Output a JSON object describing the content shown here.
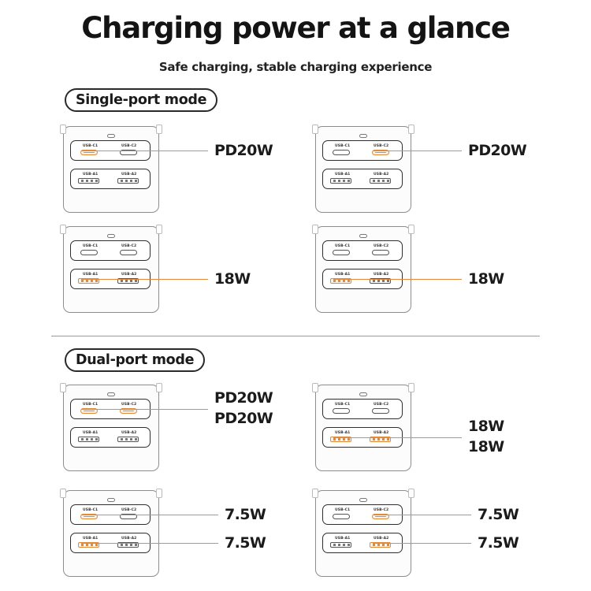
{
  "header": {
    "title": "Charging power at a glance",
    "subtitle": "Safe charging, stable charging experience"
  },
  "modes": {
    "single": "Single-port mode",
    "dual": "Dual-port mode"
  },
  "port_labels": {
    "c1": "USB-C1",
    "c2": "USB-C2",
    "a1": "USB-A1",
    "a2": "USB-A2"
  },
  "accent_color": "#e8893a",
  "single_port": [
    {
      "active": [
        "c1"
      ],
      "power": [
        "PD20W"
      ]
    },
    {
      "active": [
        "c2"
      ],
      "power": [
        "PD20W"
      ]
    },
    {
      "active": [
        "a1"
      ],
      "power": [
        "18W"
      ]
    },
    {
      "active": [
        "a1"
      ],
      "power": [
        "18W"
      ]
    }
  ],
  "dual_port": [
    {
      "active": [
        "c1",
        "c2"
      ],
      "power": [
        "PD20W",
        "PD20W"
      ]
    },
    {
      "active": [
        "a1",
        "a2"
      ],
      "power": [
        "18W",
        "18W"
      ]
    },
    {
      "active": [
        "c1",
        "a1"
      ],
      "power": [
        "7.5W",
        "7.5W"
      ]
    },
    {
      "active": [
        "c2",
        "a2"
      ],
      "power": [
        "7.5W",
        "7.5W"
      ]
    }
  ]
}
